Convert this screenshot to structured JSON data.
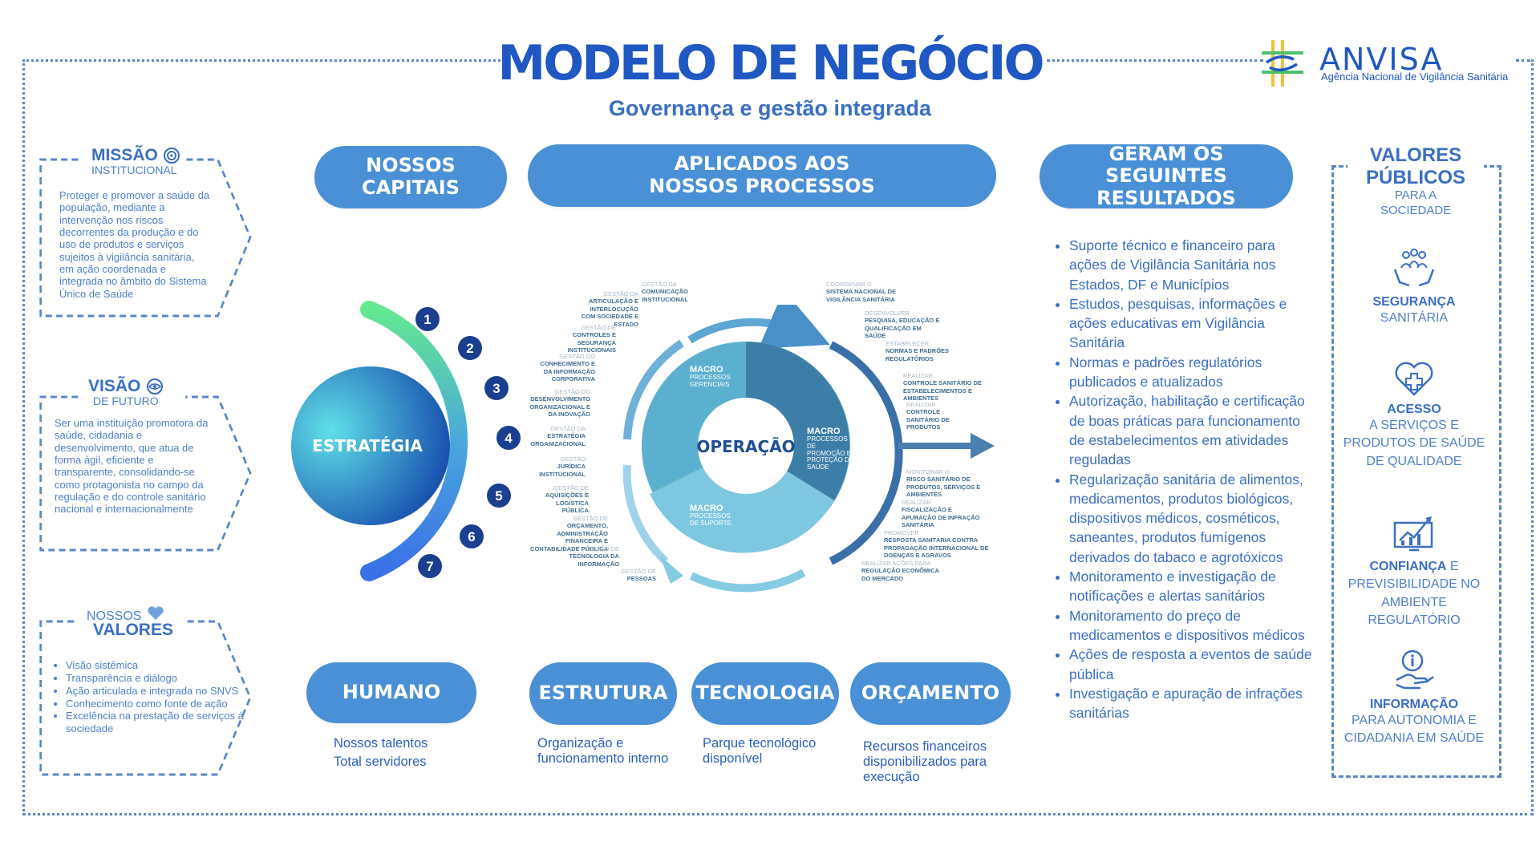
{
  "header": {
    "title": "MODELO DE NEGÓCIO",
    "subtitle": "Governança e gestão integrada",
    "logo_name": "ANVISA",
    "logo_sub": "Agência Nacional de Vigilância Sanitária"
  },
  "missao": {
    "title": "MISSÃO",
    "subtitle": "INSTITUCIONAL",
    "text": "Proteger e promover a saúde da população, mediante a intervenção nos riscos decorrentes da produção e do uso de produtos e serviços sujeitos à vigilância sanitária, em ação coordenada e integrada no âmbito do Sistema Único de Saúde"
  },
  "visao": {
    "title": "VISÃO",
    "subtitle": "DE FUTURO",
    "text": "Ser uma instituição promotora da saúde, cidadania e desenvolvimento, que atua de forma ágil, eficiente e transparente, consolidando-se como protagonista no campo da regulação e do controle sanitário nacional e internacionalmente"
  },
  "valores": {
    "title_small": "NOSSOS",
    "title": "VALORES",
    "items": [
      "Visão sistêmica",
      "Transparência e diálogo",
      "Ação articulada e integrada no SNVS",
      "Conhecimento como fonte de ação",
      "Excelência na prestação de serviços à sociedade"
    ]
  },
  "columns": {
    "capitais": "NOSSOS CAPITAIS",
    "processos": "APLICADOS AOS NOSSOS PROCESSOS",
    "resultados": "GERAM OS SEGUINTES RESULTADOS"
  },
  "strategy": {
    "label": "ESTRATÉGIA",
    "numbers": [
      "1",
      "2",
      "3",
      "4",
      "5",
      "6",
      "7"
    ]
  },
  "operation": {
    "center": "OPERAÇÃO",
    "macro1": {
      "title": "MACRO",
      "sub": "PROCESSOS GERENCIAIS"
    },
    "macro2": {
      "title": "MACRO",
      "sub": "PROCESSOS DE PROMOÇÃO E PROTEÇÃO DA SAÚDE"
    },
    "macro3": {
      "title": "MACRO",
      "sub": "PROCESSOS DE SUPORTE"
    },
    "left_processes": [
      {
        "pre": "GESTÃO DA",
        "main": "COMUNICAÇÃO INSTITUCIONAL"
      },
      {
        "pre": "GESTÃO DA",
        "main": "ARTICULAÇÃO E INTERLOCUÇÃO COM SOCIEDADE E ESTADO"
      },
      {
        "pre": "GESTÃO DE",
        "main": "CONTROLES E SEGURANÇA INSTITUCIONAIS"
      },
      {
        "pre": "GESTÃO DO",
        "main": "CONHECIMENTO E DA INFORMAÇÃO CORPORATIVA"
      },
      {
        "pre": "GESTÃO DO",
        "main": "DESENVOLVIMENTO ORGANIZACIONAL E DA INOVAÇÃO"
      },
      {
        "pre": "GESTÃO DA",
        "main": "ESTRATÉGIA ORGANIZACIONAL"
      },
      {
        "pre": "GESTÃO",
        "main": "JURÍDICA INSTITUCIONAL"
      },
      {
        "pre": "GESTÃO DE",
        "main": "AQUISIÇÕES E LOGÍSTICA PÚBLICA"
      },
      {
        "pre": "GESTÃO DE",
        "main": "ORÇAMENTO, ADMINISTRAÇÃO FINANCEIRA E CONTABILIDADE PÚBLICA"
      },
      {
        "pre": "GESTÃO DE",
        "main": "TECNOLOGIA DA INFORMAÇÃO"
      },
      {
        "pre": "GESTÃO DE",
        "main": "PESSOAS"
      }
    ],
    "right_processes": [
      {
        "pre": "COORDENAR O",
        "main": "SISTEMA NACIONAL DE VIGILÂNCIA SANITÁRIA"
      },
      {
        "pre": "DESENVOLVER",
        "main": "PESQUISA, EDUCAÇÃO E QUALIFICAÇÃO EM SAÚDE"
      },
      {
        "pre": "ESTABELECER",
        "main": "NORMAS E PADRÕES REGULATÓRIOS"
      },
      {
        "pre": "REALIZAR",
        "main": "CONTROLE SANITÁRIO DE ESTABELECIMENTOS E AMBIENTES"
      },
      {
        "pre": "REALIZAR",
        "main": "CONTROLE SANITÁRIO DE PRODUTOS"
      },
      {
        "pre": "MONITORAR O",
        "main": "RISCO SANITÁRIO DE PRODUTOS, SERVIÇOS E AMBIENTES"
      },
      {
        "pre": "REALIZAR",
        "main": "FISCALIZAÇÃO E APURAÇÃO DE INFRAÇÃO SANITÁRIA"
      },
      {
        "pre": "PROMOVER",
        "main": "RESPOSTA SANITÁRIA CONTRA PROPAGAÇÃO INTERNACIONAL DE DOENÇAS E AGRAVOS"
      },
      {
        "pre": "REALIZAR AÇÕES PARA",
        "main": "REGULAÇÃO ECONÔMICA DO MERCADO"
      }
    ]
  },
  "results": [
    "Suporte técnico e financeiro para ações de Vigilância Sanitária nos Estados, DF e Municípios",
    "Estudos, pesquisas, informações e ações educativas em Vigilância Sanitária",
    "Normas e padrões regulatórios publicados e atualizados",
    "Autorização, habilitação e certificação de boas práticas para funcionamento de estabelecimentos em atividades reguladas",
    "Regularização sanitária de alimentos, medicamentos, produtos biológicos, dispositivos médicos, cosméticos, saneantes, produtos fumígenos derivados do tabaco e agrotóxicos",
    "Monitoramento e investigação de notificações e alertas sanitários",
    "Monitoramento do preço de medicamentos e dispositivos médicos",
    "Ações de resposta a eventos de saúde pública",
    "Investigação e apuração de infrações sanitárias"
  ],
  "capitals": [
    {
      "label": "HUMANO",
      "lines": [
        "Nossos talentos",
        "Total servidores"
      ]
    },
    {
      "label": "ESTRUTURA",
      "lines": [
        "Organização e",
        "funcionamento interno"
      ]
    },
    {
      "label": "TECNOLOGIA",
      "lines": [
        "Parque tecnológico",
        "disponível"
      ]
    },
    {
      "label": "ORÇAMENTO",
      "lines": [
        "Recursos financeiros",
        "disponibilizados para",
        "execução"
      ]
    }
  ],
  "public_values": {
    "title": "VALORES PÚBLICOS",
    "subtitle": "PARA A SOCIEDADE",
    "items": [
      {
        "icon": "people-hands-icon",
        "strong": "SEGURANÇA",
        "rest": "SANITÁRIA"
      },
      {
        "icon": "health-heart-icon",
        "strong": "ACESSO",
        "rest": "A SERVIÇOS E PRODUTOS DE SAÚDE DE QUALIDADE"
      },
      {
        "icon": "growth-chart-icon",
        "strong": "CONFIANÇA",
        "rest_inline": "E",
        "rest": "PREVISIBILIDADE NO AMBIENTE REGULATÓRIO"
      },
      {
        "icon": "info-hand-icon",
        "strong": "INFORMAÇÃO",
        "rest": "PARA AUTONOMIA E CIDADANIA EM SAÚDE"
      }
    ]
  },
  "colors": {
    "primary": "#1f57c3",
    "pill": "#4a90d6",
    "accent_green": "#5fd38c",
    "dash": "#5a86c8"
  }
}
